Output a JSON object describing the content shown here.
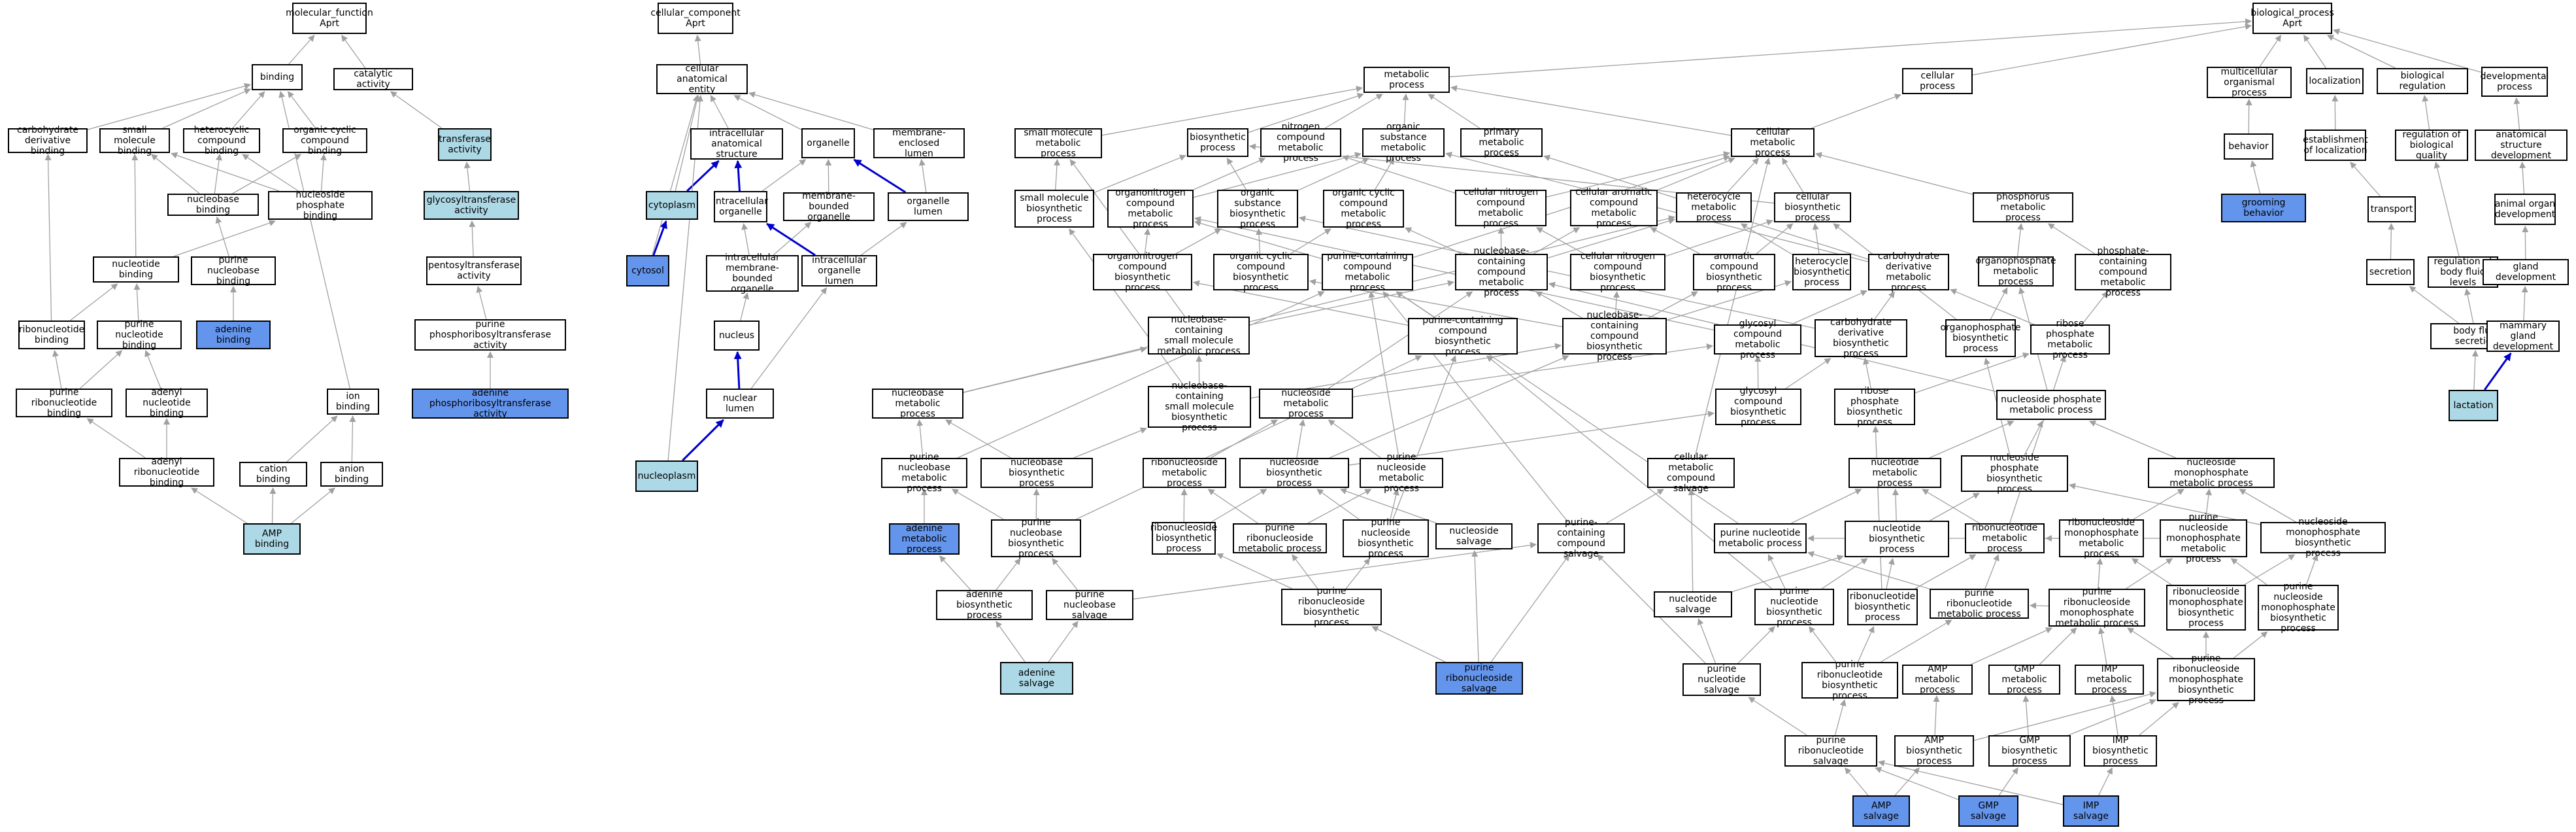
{
  "diagram_title": "Gene Ontology graph for Aprt",
  "colors": {
    "edge_default": "#a0a0a0",
    "edge_highlight": "#0000cc",
    "node_light": "#add8e6",
    "node_blue": "#6495ed",
    "node_white": "#ffffff"
  },
  "nodes": {
    "mf": {
      "label": "molecular_function\nAprt"
    },
    "binding": {
      "label": "binding"
    },
    "catalytic": {
      "label": "catalytic activity"
    },
    "carbderivbind": {
      "label": "carbohydrate\nderivative binding"
    },
    "smbind": {
      "label": "small molecule\nbinding"
    },
    "hetbind": {
      "label": "heterocyclic\ncompound binding"
    },
    "ocbind": {
      "label": "organic cyclic\ncompound binding"
    },
    "transferase": {
      "label": "transferase\nactivity"
    },
    "nucleobasebind": {
      "label": "nucleobase binding"
    },
    "nucphosbind": {
      "label": "nucleoside phosphate\nbinding"
    },
    "glycosyltrans": {
      "label": "glycosyltransferase\nactivity"
    },
    "nucleotidebind": {
      "label": "nucleotide binding"
    },
    "purinenucleobasebind": {
      "label": "purine nucleobase\nbinding"
    },
    "pentosyltrans": {
      "label": "pentosyltransferase\nactivity"
    },
    "ribonucbind": {
      "label": "ribonucleotide\nbinding"
    },
    "purinenucbind": {
      "label": "purine nucleotide\nbinding"
    },
    "adeninebind": {
      "label": "adenine binding"
    },
    "prtase": {
      "label": "purine phosphoribosyltransferase\nactivity"
    },
    "purineribonucbind": {
      "label": "purine ribonucleotide\nbinding"
    },
    "adenylnucbind": {
      "label": "adenyl nucleotide\nbinding"
    },
    "ionbind": {
      "label": "ion binding"
    },
    "aprtase": {
      "label": "adenine phosphoribosyltransferase\nactivity"
    },
    "adenylribobind": {
      "label": "adenyl ribonucleotide\nbinding"
    },
    "cationbind": {
      "label": "cation binding"
    },
    "anionbind": {
      "label": "anion binding"
    },
    "ampbind": {
      "label": "AMP binding"
    },
    "cc": {
      "label": "cellular_component\nAprt"
    },
    "cae": {
      "label": "cellular anatomical\nentity"
    },
    "ias": {
      "label": "intracellular\nanatomical structure"
    },
    "organelle": {
      "label": "organelle"
    },
    "mel": {
      "label": "membrane-enclosed\nlumen"
    },
    "cytoplasm": {
      "label": "cytoplasm"
    },
    "io": {
      "label": "intracellular\norganelle"
    },
    "mbo": {
      "label": "membrane-bounded\norganelle"
    },
    "ol": {
      "label": "organelle lumen"
    },
    "cytosol": {
      "label": "cytosol"
    },
    "imbo": {
      "label": "intracellular\nmembrane-bounded\norganelle"
    },
    "iol": {
      "label": "intracellular\norganelle lumen"
    },
    "nucleus": {
      "label": "nucleus"
    },
    "nuclumen": {
      "label": "nuclear lumen"
    },
    "nucleoplasm": {
      "label": "nucleoplasm"
    },
    "metab": {
      "label": "metabolic process"
    },
    "smmp": {
      "label": "small molecule\nmetabolic process"
    },
    "biosyn": {
      "label": "biosynthetic\nprocess"
    },
    "ncmp": {
      "label": "nitrogen compound\nmetabolic process"
    },
    "osmp": {
      "label": "organic substance\nmetabolic process"
    },
    "pmp": {
      "label": "primary metabolic\nprocess"
    },
    "cmp": {
      "label": "cellular metabolic\nprocess"
    },
    "smbp": {
      "label": "small molecule\nbiosynthetic\nprocess"
    },
    "oncmp": {
      "label": "organonitrogen\ncompound metabolic\nprocess"
    },
    "osbp": {
      "label": "organic substance\nbiosynthetic\nprocess"
    },
    "occmp": {
      "label": "organic cyclic\ncompound metabolic\nprocess"
    },
    "cncmp": {
      "label": "cellular nitrogen\ncompound metabolic\nprocess"
    },
    "cacmp": {
      "label": "cellular aromatic\ncompound metabolic\nprocess"
    },
    "hetmp": {
      "label": "heterocycle\nmetabolic process"
    },
    "cbp": {
      "label": "cellular biosynthetic\nprocess"
    },
    "phosmp": {
      "label": "phosphorus metabolic\nprocess"
    },
    "oncbp": {
      "label": "organonitrogen\ncompound biosynthetic\nprocess"
    },
    "occbp": {
      "label": "organic cyclic\ncompound biosynthetic\nprocess"
    },
    "pccmp": {
      "label": "purine-containing\ncompound metabolic\nprocess"
    },
    "nccmp": {
      "label": "nucleobase-containing\ncompound metabolic\nprocess"
    },
    "cncbp": {
      "label": "cellular nitrogen\ncompound biosynthetic\nprocess"
    },
    "acbp": {
      "label": "aromatic compound\nbiosynthetic\nprocess"
    },
    "hetbp": {
      "label": "heterocycle\nbiosynthetic\nprocess"
    },
    "cdmp": {
      "label": "carbohydrate\nderivative metabolic\nprocess"
    },
    "orgphosmp": {
      "label": "organophosphate\nmetabolic process"
    },
    "pccmp2": {
      "label": "phosphate-containing\ncompound metabolic\nprocess"
    },
    "ncsmmp": {
      "label": "nucleobase-containing\nsmall molecule\nmetabolic process"
    },
    "pccbp": {
      "label": "purine-containing\ncompound biosynthetic\nprocess"
    },
    "nccbp": {
      "label": "nucleobase-containing\ncompound biosynthetic\nprocess"
    },
    "glymp": {
      "label": "glycosyl compound\nmetabolic process"
    },
    "cdbp": {
      "label": "carbohydrate\nderivative biosynthetic\nprocess"
    },
    "orgphosbp": {
      "label": "organophosphate\nbiosynthetic\nprocess"
    },
    "rpmp": {
      "label": "ribose phosphate\nmetabolic process"
    },
    "nbmp": {
      "label": "nucleobase metabolic\nprocess"
    },
    "ncsmbp": {
      "label": "nucleobase-containing\nsmall molecule\nbiosynthetic\nprocess"
    },
    "nsmp": {
      "label": "nucleoside metabolic\nprocess"
    },
    "glybp": {
      "label": "glycosyl compound\nbiosynthetic\nprocess"
    },
    "rpbp": {
      "label": "ribose phosphate\nbiosynthetic\nprocess"
    },
    "npmp": {
      "label": "nucleoside phosphate\nmetabolic process"
    },
    "pnbmp": {
      "label": "purine nucleobase\nmetabolic process"
    },
    "nbbp": {
      "label": "nucleobase biosynthetic\nprocess"
    },
    "rnsmp": {
      "label": "ribonucleoside\nmetabolic process"
    },
    "nsbp": {
      "label": "nucleoside biosynthetic\nprocess"
    },
    "pnsmp": {
      "label": "purine nucleoside\nmetabolic process"
    },
    "cms": {
      "label": "cellular metabolic\ncompound salvage"
    },
    "ntmp": {
      "label": "nucleotide metabolic\nprocess"
    },
    "npbp": {
      "label": "nucleoside phosphate\nbiosynthetic\nprocess"
    },
    "nmpmp": {
      "label": "nucleoside monophosphate\nmetabolic process"
    },
    "adenmp": {
      "label": "adenine metabolic\nprocess"
    },
    "pnbbp": {
      "label": "purine nucleobase\nbiosynthetic\nprocess"
    },
    "rnsbp": {
      "label": "ribonucleoside\nbiosynthetic\nprocess"
    },
    "prnsmp": {
      "label": "purine ribonucleoside\nmetabolic process"
    },
    "pnsbp": {
      "label": "purine nucleoside\nbiosynthetic\nprocess"
    },
    "nssalv": {
      "label": "nucleoside salvage"
    },
    "pcsalv": {
      "label": "purine-containing\ncompound salvage"
    },
    "pntmp": {
      "label": "purine nucleotide\nmetabolic process"
    },
    "ntbp": {
      "label": "nucleotide biosynthetic\nprocess"
    },
    "rntmp": {
      "label": "ribonucleotide\nmetabolic process"
    },
    "rnmpmp": {
      "label": "ribonucleoside\nmonophosphate\nmetabolic process"
    },
    "pnmpmp": {
      "label": "purine nucleoside\nmonophosphate\nmetabolic process"
    },
    "nmpbp": {
      "label": "nucleoside monophosphate\nbiosynthetic\nprocess"
    },
    "adenbp": {
      "label": "adenine biosynthetic\nprocess"
    },
    "pnbsalv": {
      "label": "purine nucleobase\nsalvage"
    },
    "prnsbp": {
      "label": "purine ribonucleoside\nbiosynthetic\nprocess"
    },
    "ntsalv": {
      "label": "nucleotide salvage"
    },
    "pntbp": {
      "label": "purine nucleotide\nbiosynthetic\nprocess"
    },
    "rntbp": {
      "label": "ribonucleotide\nbiosynthetic\nprocess"
    },
    "prntmp": {
      "label": "purine ribonucleotide\nmetabolic process"
    },
    "prnmpmp": {
      "label": "purine ribonucleoside\nmonophosphate\nmetabolic process"
    },
    "rnmpbp": {
      "label": "ribonucleoside\nmonophosphate\nbiosynthetic\nprocess"
    },
    "pnmpbp": {
      "label": "purine nucleoside\nmonophosphate\nbiosynthetic\nprocess"
    },
    "adensalv": {
      "label": "adenine salvage"
    },
    "prnssalv": {
      "label": "purine ribonucleoside\nsalvage"
    },
    "pntsalv": {
      "label": "purine nucleotide\nsalvage"
    },
    "prntbp": {
      "label": "purine ribonucleotide\nbiosynthetic\nprocess"
    },
    "ampmp": {
      "label": "AMP metabolic\nprocess"
    },
    "gmpmp": {
      "label": "GMP metabolic\nprocess"
    },
    "impmp": {
      "label": "IMP metabolic\nprocess"
    },
    "prnmpbp": {
      "label": "purine ribonucleoside\nmonophosphate\nbiosynthetic\nprocess"
    },
    "prntsalv": {
      "label": "purine ribonucleotide\nsalvage"
    },
    "ampbp": {
      "label": "AMP biosynthetic\nprocess"
    },
    "gmpbp": {
      "label": "GMP biosynthetic\nprocess"
    },
    "impbp": {
      "label": "IMP biosynthetic\nprocess"
    },
    "ampsalv": {
      "label": "AMP salvage"
    },
    "gmpsalv": {
      "label": "GMP salvage"
    },
    "impsalv": {
      "label": "IMP salvage"
    },
    "bp": {
      "label": "biological_process\nAprt"
    },
    "cellproc": {
      "label": "cellular process"
    },
    "multi": {
      "label": "multicellular\norganismal process"
    },
    "local": {
      "label": "localization"
    },
    "bioreg": {
      "label": "biological regulation"
    },
    "devproc": {
      "label": "developmental\nprocess"
    },
    "behavior": {
      "label": "behavior"
    },
    "estloc": {
      "label": "establishment\nof localization"
    },
    "regbq": {
      "label": "regulation of\nbiological quality"
    },
    "asd": {
      "label": "anatomical structure\ndevelopment"
    },
    "groom": {
      "label": "grooming behavior"
    },
    "transport": {
      "label": "transport"
    },
    "aod": {
      "label": "animal organ\ndevelopment"
    },
    "secretion": {
      "label": "secretion"
    },
    "regbfl": {
      "label": "regulation of\nbody fluid levels"
    },
    "glanddev": {
      "label": "gland development"
    },
    "bfs": {
      "label": "body fluid secretion"
    },
    "mgd": {
      "label": "mammary gland\ndevelopment"
    },
    "lactation": {
      "label": "lactation"
    }
  }
}
